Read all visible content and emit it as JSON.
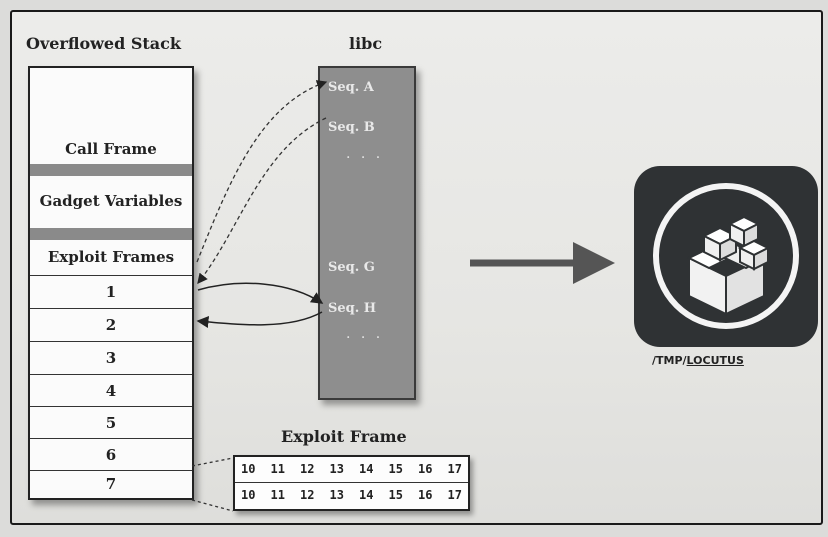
{
  "titles": {
    "stack": "Overflowed Stack",
    "libc": "libc",
    "exploit_frame": "Exploit Frame"
  },
  "stack": {
    "call_frame": "Call Frame",
    "gadget_variables": "Gadget Variables",
    "exploit_frames": "Exploit Frames",
    "frames": [
      "1",
      "2",
      "3",
      "4",
      "5",
      "6",
      "7"
    ]
  },
  "libc": {
    "sequences": [
      "Seq. A",
      "Seq. B",
      "Seq. G",
      "Seq. H"
    ],
    "ellipsis": ". . ."
  },
  "exploit_frame": {
    "rows": [
      [
        "10",
        "11",
        "12",
        "13",
        "14",
        "15",
        "16",
        "17"
      ],
      [
        "10",
        "11",
        "12",
        "13",
        "14",
        "15",
        "16",
        "17"
      ]
    ]
  },
  "app": {
    "label_prefix": "/TMP/",
    "label_name": "LOCUTUS",
    "icon": "cydia-box-icon"
  },
  "colors": {
    "stack_separator": "#8a8a8a",
    "libc_fill": "#8e8e8e",
    "icon_bg": "#2f3234",
    "arrow": "#555555"
  }
}
